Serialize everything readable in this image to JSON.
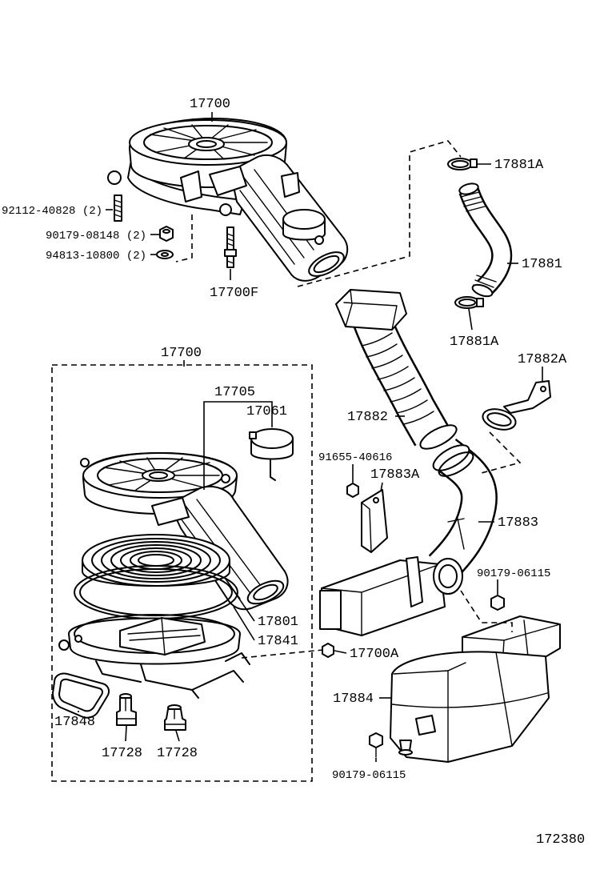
{
  "diagram": {
    "figure_code": "172380",
    "callouts": [
      "17700",
      "17881A",
      "92112-40828 (2)",
      "90179-08148 (2)",
      "94813-10800 (2)",
      "17700F",
      "17881",
      "17881A",
      "17700",
      "17882A",
      "17705",
      "17061",
      "17882",
      "91655-40616",
      "17883A",
      "17883",
      "90179-06115",
      "17801",
      "17841",
      "17700A",
      "17884",
      "17848",
      "17728",
      "17728",
      "90179-06115"
    ]
  }
}
